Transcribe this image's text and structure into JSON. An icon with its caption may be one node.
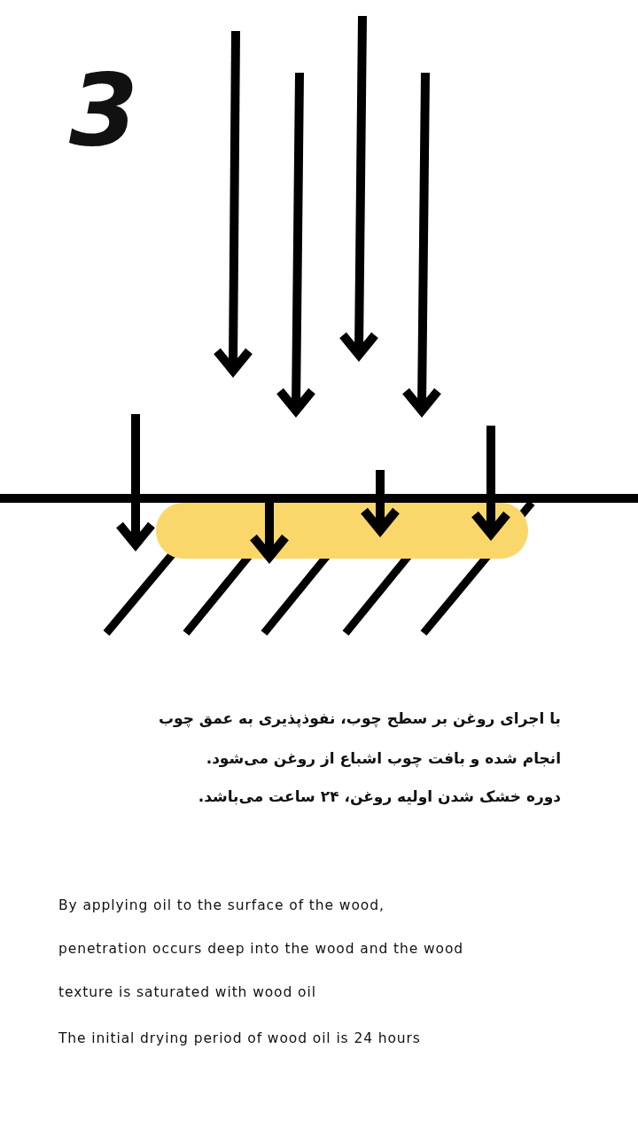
{
  "diagram": {
    "labels": [
      "3",
      "با اجرای روغن بر سطح چوب، نفوذپذیری به عمق چوب",
      "انجام شده و بافت چوب اشباع از روغن می‌شود.",
      "دوره خشک شدن اولیه روغن، ۲۴ ساعت می‌باشد.",
      "By applying oil to the surface of the wood,",
      "penetration occurs deep into the wood and the wood",
      "texture is saturated with wood oil",
      "The initial drying period of wood oil is 24 hours"
    ]
  }
}
